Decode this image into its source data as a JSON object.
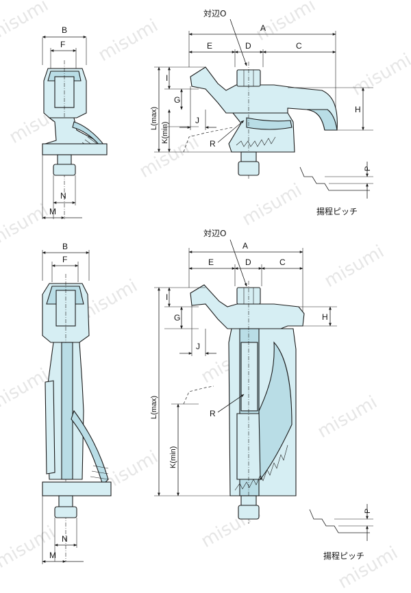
{
  "labels": {
    "A": "A",
    "B": "B",
    "C": "C",
    "D": "D",
    "E": "E",
    "F": "F",
    "G": "G",
    "H": "H",
    "I": "I",
    "J": "J",
    "K_min": "K(min)",
    "L_max": "L(max)",
    "M": "M",
    "N": "N",
    "P": "P",
    "R": "R"
  },
  "across_flats_label": "対辺O",
  "lift_pitch_label": "揚程ピッチ",
  "watermark_text": "misumi",
  "colors": {
    "part_fill": "#d6eef3",
    "part_shade": "#b9dde6",
    "line": "#1a1a1a"
  }
}
